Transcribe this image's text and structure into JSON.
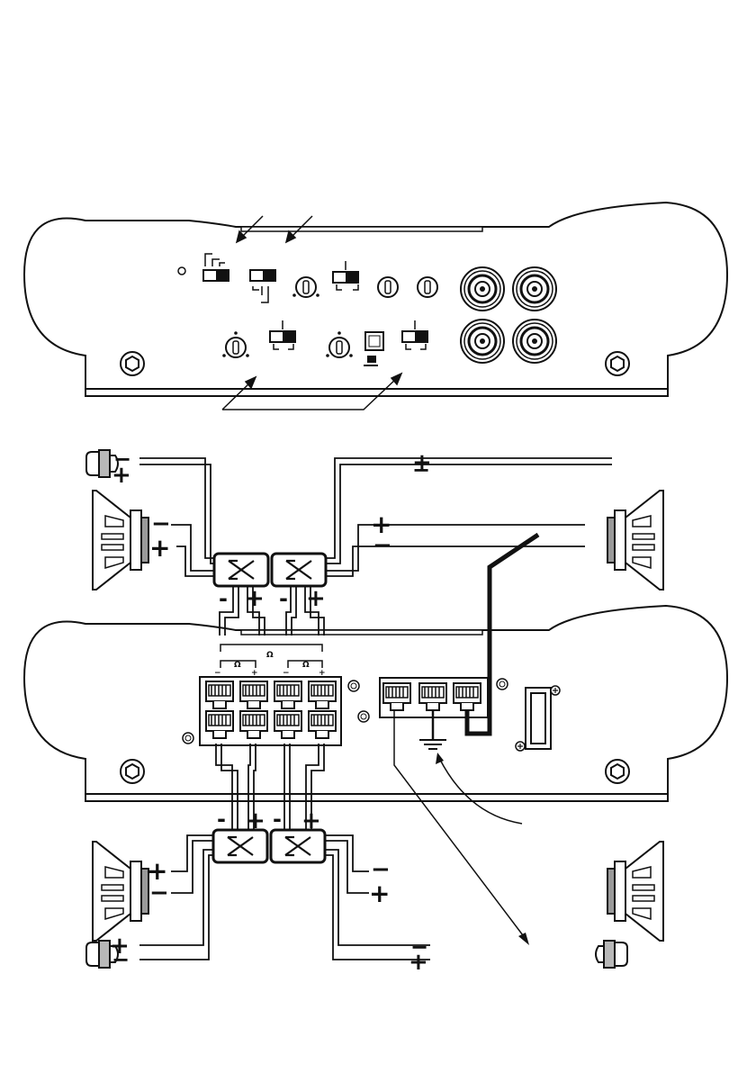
{
  "colors": {
    "line": "#111111",
    "paper": "#ffffff",
    "magnet": "#9a9a9a",
    "tweeter": "#b8b8b8"
  },
  "polarity": {
    "plus": "+",
    "minus": "−",
    "minus_short": "-"
  },
  "terminal_block": {
    "ohm_symbol": "Ω",
    "ch_labels": [
      "Ω",
      "Ω"
    ]
  },
  "icons": {
    "crossover": "crossover-x-icon",
    "woofer": "woofer-speaker-icon",
    "tweeter": "tweeter-speaker-icon",
    "ground": "ground-symbol-icon"
  }
}
